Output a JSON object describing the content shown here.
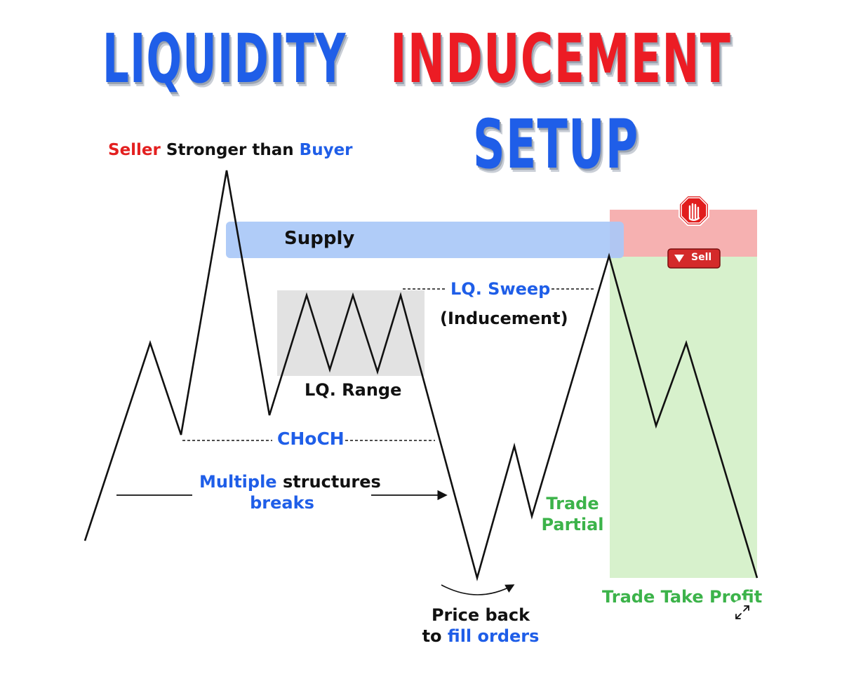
{
  "title": {
    "word1": "LIQUIDITY",
    "word2": "INDUCEMENT",
    "word3": "SETUP"
  },
  "labels": {
    "seller": "Seller",
    "stronger_than": "Stronger than",
    "buyer": "Buyer",
    "supply": "Supply",
    "lq_sweep": "LQ. Sweep",
    "inducement": "(Inducement)",
    "lq_range": "LQ. Range",
    "choch": "CHoCH",
    "multiple": "Multiple",
    "structures": "structures",
    "breaks": "breaks",
    "trade_partial_line1": "Trade",
    "trade_partial_line2": "Partial",
    "price_back": "Price back",
    "to": "to",
    "fill_orders": "fill orders",
    "trade_take_profit": "Trade Take Profit",
    "sell": "Sell"
  },
  "colors": {
    "blue_text": "#1f5ee8",
    "red_text": "#e32020",
    "green_text": "#3cb34a",
    "supply_zone": "#a9c8f7",
    "stop_zone": "#f6b1b1",
    "profit_zone": "#d7f1cc",
    "range_zone": "#e2e2e2"
  },
  "icons": {
    "stop": "stop-hand-icon",
    "sell": "sell-triangle-icon",
    "expand": "expand-icon"
  }
}
